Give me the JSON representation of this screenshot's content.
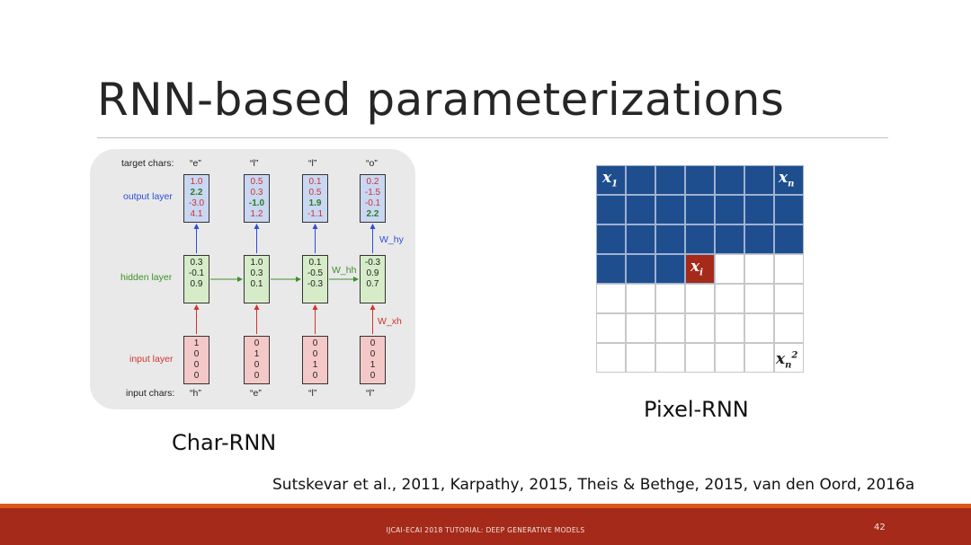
{
  "slide": {
    "title": "RNN-based parameterizations",
    "char_rnn_caption": "Char-RNN",
    "pixel_rnn_caption": "Pixel-RNN",
    "citation": "Sutskevar et al., 2011, Karpathy, 2015, Theis & Bethge, 2015, van den Oord, 2016a",
    "footer": "IJCAI-ECAI 2018 TUTORIAL: DEEP GENERATIVE MODELS",
    "page_number": "42"
  },
  "char_rnn": {
    "row_labels": {
      "target": "target chars:",
      "output": "output layer",
      "hidden": "hidden layer",
      "input": "input layer",
      "input_chars": "input chars:"
    },
    "target_chars": [
      "“e”",
      "“l”",
      "“l”",
      "“o”"
    ],
    "input_chars": [
      "“h”",
      "“e”",
      "“l”",
      "“l”"
    ],
    "output_values": [
      [
        "1.0",
        "2.2",
        "-3.0",
        "4.1"
      ],
      [
        "0.5",
        "0.3",
        "-1.0",
        "1.2"
      ],
      [
        "0.1",
        "0.5",
        "1.9",
        "-1.1"
      ],
      [
        "0.2",
        "-1.5",
        "-0.1",
        "2.2"
      ]
    ],
    "output_highlight_index": [
      1,
      2,
      2,
      3
    ],
    "hidden_values": [
      [
        "0.3",
        "-0.1",
        "0.9"
      ],
      [
        "1.0",
        "0.3",
        "0.1"
      ],
      [
        "0.1",
        "-0.5",
        "-0.3"
      ],
      [
        "-0.3",
        "0.9",
        "0.7"
      ]
    ],
    "input_values": [
      [
        "1",
        "0",
        "0",
        "0"
      ],
      [
        "0",
        "1",
        "0",
        "0"
      ],
      [
        "0",
        "0",
        "1",
        "0"
      ],
      [
        "0",
        "0",
        "1",
        "0"
      ]
    ],
    "weight_labels": {
      "hy": "W_hy",
      "hh": "W_hh",
      "xh": "W_xh"
    }
  },
  "pixel_rnn": {
    "grid_size": 7,
    "filled_cells": 24,
    "current_cell_index": 24,
    "label_first": "x",
    "label_first_sub": "1",
    "label_n": "x",
    "label_n_sub": "n",
    "label_i": "x",
    "label_i_sub": "i",
    "label_last": "x",
    "label_last_sub": "n",
    "label_last_sup": "2"
  },
  "colors": {
    "filled": "#1f4e8f",
    "current": "#a52a1a",
    "footer_bar": "#a52a1a",
    "accent_line": "#d9581a"
  }
}
